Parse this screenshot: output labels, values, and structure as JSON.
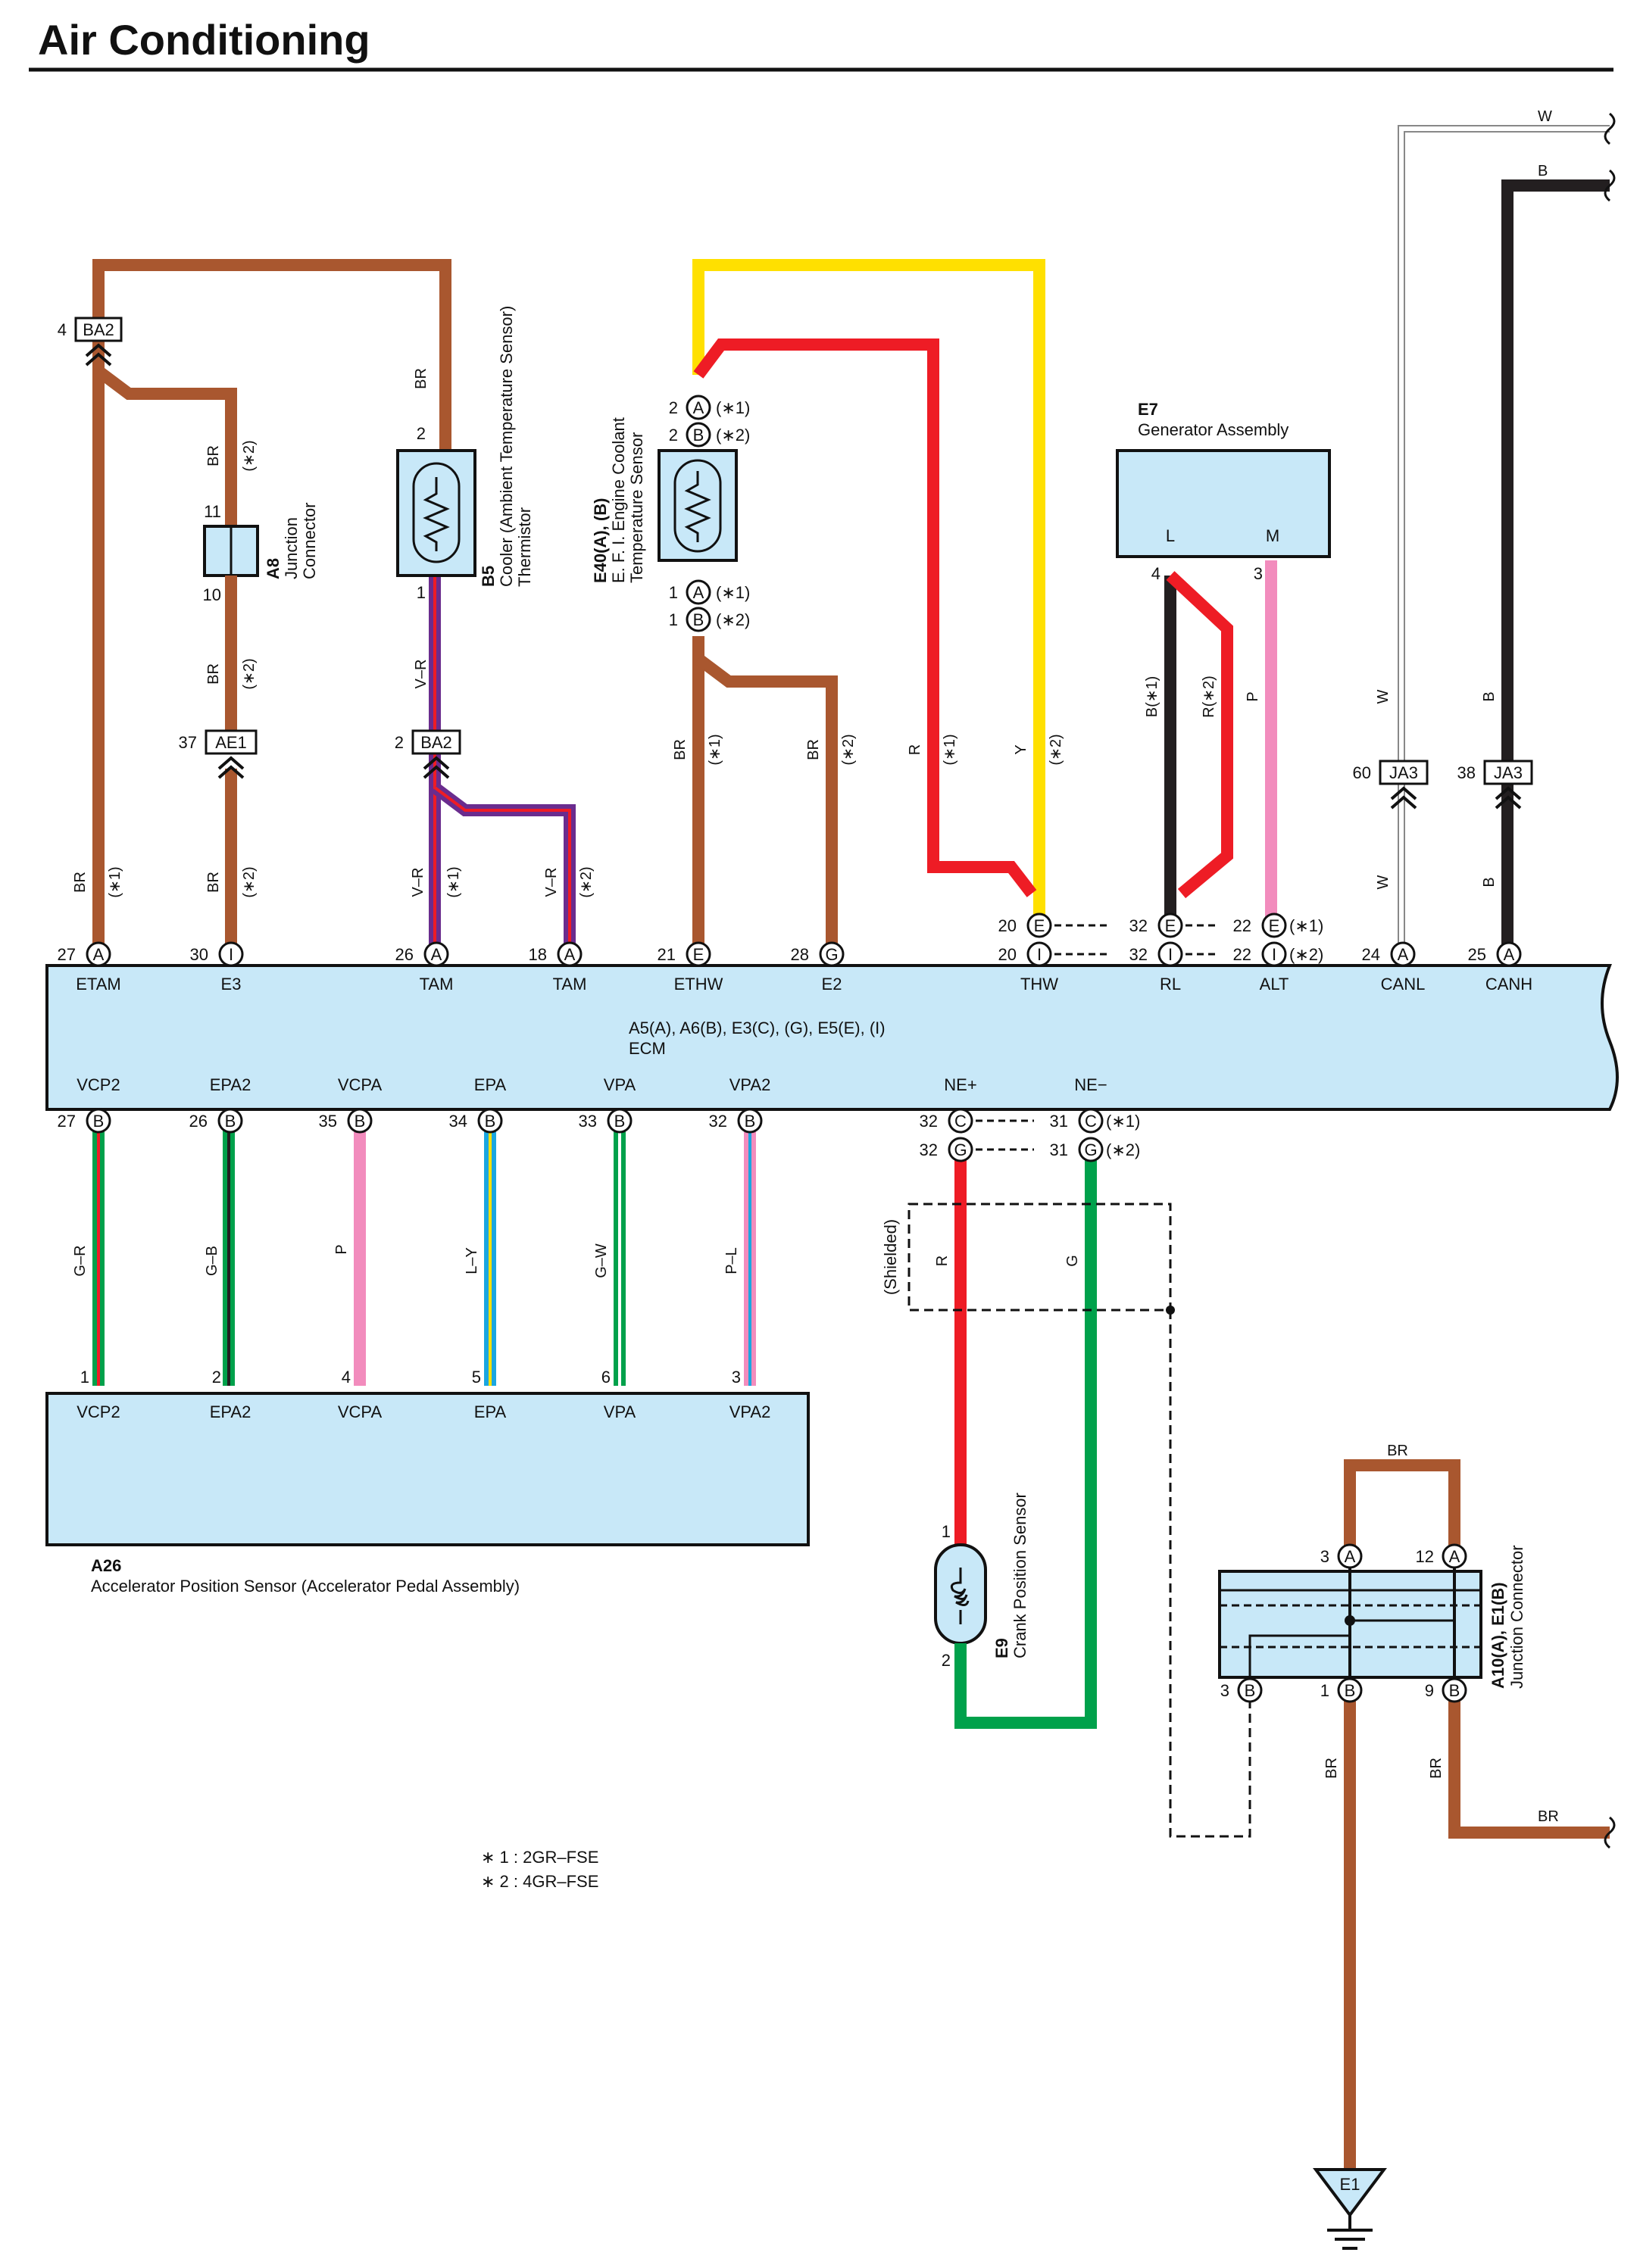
{
  "title": "Air Conditioning",
  "ecm": {
    "name": "A5(A), A6(B), E3(C), (G), E5(E), (I)",
    "label": "ECM",
    "top_terms": [
      "ETAM",
      "E3",
      "TAM",
      "TAM",
      "ETHW",
      "E2",
      "THW",
      "RL",
      "ALT",
      "CANL",
      "CANH"
    ],
    "bottom_terms": [
      "VCP2",
      "EPA2",
      "VCPA",
      "EPA",
      "VPA",
      "VPA2",
      "NE+",
      "NE−"
    ]
  },
  "a26": {
    "id": "A26",
    "name": "Accelerator Position Sensor (Accelerator Pedal Assembly)",
    "terms": [
      "VCP2",
      "EPA2",
      "VCPA",
      "EPA",
      "VPA",
      "VPA2"
    ]
  },
  "b5": {
    "id": "B5",
    "line1": "Cooler (Ambient Temperature Sensor)",
    "line2": "Thermistor"
  },
  "a8": {
    "id": "A8",
    "line1": "Junction",
    "line2": "Connector"
  },
  "e40": {
    "id": "E40(A), (B)",
    "line1": "E. F. I. Engine Coolant",
    "line2": "Temperature Sensor"
  },
  "e7": {
    "id": "E7",
    "name": "Generator Assembly",
    "term_l": "L",
    "term_m": "M"
  },
  "e9": {
    "id": "E9",
    "name": "Crank Position Sensor"
  },
  "a10": {
    "id": "A10(A), E1(B)",
    "name": "Junction Connector"
  },
  "connectors": {
    "ba2": "BA2",
    "ae1": "AE1",
    "ja3": "JA3",
    "e1": "E1"
  },
  "shielded": "(Shielded)",
  "notes": [
    "∗ 1 : 2GR–FSE",
    "∗ 2 : 4GR–FSE"
  ],
  "wire_colors": {
    "BR": "#a9572f",
    "Y": "#ffe000",
    "R": "#ee1c25",
    "B": "#231f20",
    "P": "#f28cbd",
    "G": "#00a14b",
    "V": "#6a2c8e",
    "L": "#1aa6e0",
    "W": "#ffffff",
    "box": "#c8e8f8"
  },
  "labels": {
    "br": "BR",
    "r": "R",
    "y": "Y",
    "b": "B",
    "p": "P",
    "w": "W",
    "g": "G",
    "vr": "V–R",
    "gr": "G–R",
    "gb": "G–B",
    "ly": "L–Y",
    "gw": "G–W",
    "pl": "P–L",
    "b1": "B(∗1)",
    "r2": "R(∗2)",
    "n1": "(∗1)",
    "n2": "(∗2)",
    "pA": "A",
    "pB": "B",
    "pC": "C",
    "pE": "E",
    "pG": "G",
    "pI": "I",
    "n_1": "1",
    "n_2": "2",
    "n_3": "3",
    "n_4": "4",
    "n_5": "5",
    "n_6": "6",
    "n_9": "9",
    "n_10": "10",
    "n_11": "11",
    "n_12": "12",
    "n_18": "18",
    "n_20": "20",
    "n_21": "21",
    "n_22": "22",
    "n_24": "24",
    "n_25": "25",
    "n_26": "26",
    "n_27": "27",
    "n_28": "28",
    "n_30": "30",
    "n_31": "31",
    "n_32": "32",
    "n_33": "33",
    "n_34": "34",
    "n_35": "35",
    "n_37": "37",
    "n_38": "38",
    "n_60": "60"
  }
}
